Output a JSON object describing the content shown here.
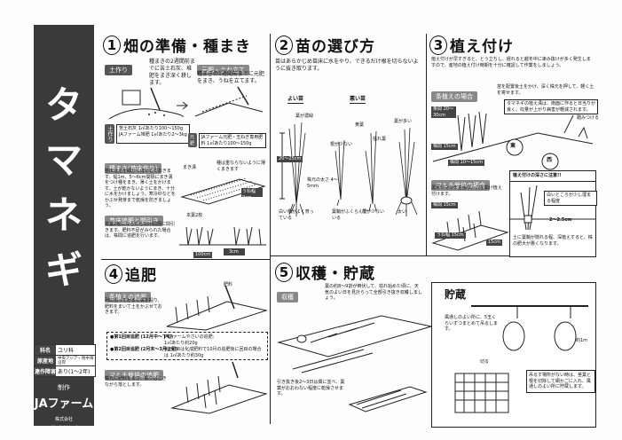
{
  "title_chars": [
    "タ",
    "マ",
    "ネ",
    "ギ"
  ],
  "meta": [
    {
      "key": "科名",
      "value": "ユリ科"
    },
    {
      "key": "原産地",
      "value": "中央アジア・地中海沿岸"
    },
    {
      "key": "連作障害",
      "value": "あり(1～2年)"
    }
  ],
  "creator": {
    "label": "制作",
    "logo": "JAファーム",
    "sub": "(株)農協観光",
    "logo_note": "株式会社"
  },
  "s1": {
    "num": "1",
    "title": "畑の準備・種まき",
    "tag_soil": "土作り",
    "text_soil": "種まきの2週間前までに苦土石灰、堆肥をまき深く耕します。",
    "tag_fert": "元肥・うね立て",
    "text_fert": "種まきの1週間前までに元肥をまき、うねを立てます。",
    "label_tsuchi": "土作り",
    "text_lime": "苦土石灰 1㎡あたり100～150g\nJAファーム堆肥 1㎡あたり2～3kg",
    "label_motohi": "元肥",
    "text_motohi": "JAファーム元肥・玉ねぎ専用肥料 1㎡あたり100～150g",
    "tag_sow": "種まき(苗床作り)",
    "text_sow": "苗床は土を細かくほぐしておきます。幅1m、5～6cm間隔にまき溝をつけ種をまき、薄く土をかけます。土が乾かないようにまき、十分に水をかけましょう。寒冷紗などをかぶせ発芽まで乾燥を防ぎましょう。",
    "label_makimizo": "まき溝",
    "label_dense": "種は重ならないように薄くまきます",
    "label_width": "うね幅 9cm",
    "tag_thin": "苗床追肥と間引き",
    "text_thin": "本葉2枚になったら3cm間隔に間引きます。肥料不足がみられた場合は、株間に追肥を行います。",
    "label_2leaf": "本葉2枚",
    "label_100cm": "100cm",
    "label_3cm": "3cm"
  },
  "s2": {
    "num": "2",
    "title": "苗の選び方",
    "text": "苗はあらかじめ苗床に水をやり、できるだけ根を切らないように抜き取ります。",
    "good": "よい苗",
    "bad": "悪い苗",
    "label_dark_leaf": "葉が濃緑",
    "label_yellow": "黄葉",
    "label_thin_leaf": "葉が多い",
    "label_root_few": "根が少ない",
    "label_wither": "枯れ葉",
    "label_height": "20～25cm",
    "label_stem": "株元の太さ 4～5mm",
    "label_white_root": "白い根がよく育っている",
    "label_swell": "葉鞘がふくらんでいる",
    "label_fewroot": "根が少ない",
    "label_thick": "太い"
  },
  "s3": {
    "num": "3",
    "title": "植え付け",
    "text": "植え付けが早すぎると、とう立ちし、遅れると越冬中に凍み抜けが多く発生しますので、産地の植え付け時期を十分に確認して作業をしましょう。",
    "tag_plant": "条植えの場合",
    "text_plant": "苗を配置後土をかけ、深く株元を押して、軽く土を寄せます。",
    "label_row": "条間 20～30cm",
    "label_plant_note": "タマネギの植え溝は、南面に作ると日当りが良く、収量が上がり病害が軽減されます。",
    "label_fumi": "踏みつける",
    "label_east": "東",
    "label_west": "西",
    "label_15cm": "株間 15cm",
    "label_10cm": "株間 10～15cm",
    "tag_mulch": "マルチ栽培の場合",
    "text_mulch": "黒ポリマルチを張り、穴を開け植え付けます。",
    "label_15a": "株間 15cm",
    "label_15b": "15cm",
    "label_width": "うね幅 15cm",
    "warn_title": "植え付けの深さに注意!!",
    "warn_text1": "白いところが少し埋まる程度",
    "warn_depth": "2～2.5cm",
    "warn_text2": "土に葉鞘が隠れる程、深植えすると、株の肥大が悪くなります。"
  },
  "s4": {
    "num": "4",
    "title": "追肥",
    "tag_row": "条植えの追肥",
    "text_row": "列に沿ってかるく溝を掘り、肥料をまいて土をかぶせておきます。",
    "label_fert": "肥料",
    "fert_items": [
      "●第1回目追肥 (12月中～下旬)",
      "1㎡あたり約20g",
      "●第2回目追肥 (2月末～3月上旬)",
      "第2回目は化成肥料で10月の追肥後に回目の場合は 1㎡あたり約30g"
    ],
    "fert_note": "JAファームやさいの追肥:",
    "tag_mulch": "マルチ栽培の追肥",
    "text_mulch": "株元に肥料をまき、振りはじきながら落とします。"
  },
  "s5": {
    "num": "5",
    "title": "収穫・貯蔵",
    "tag_harvest": "収穫",
    "text_harvest": "葉の約8～9割が倒伏して、枯れ始めた頃に、天気のよい日を見計らって全部引き抜き収穫しましょう。",
    "text_dry": "引き抜き後2～3日は畑に並べ、葉薬がおおわない程度に乾燥させます。",
    "store_title": "貯蔵",
    "store_text1": "風通しのよい所に、5玉くらいずつまとめて吊るします。",
    "store_label": "約1m",
    "store_label2": "切る",
    "store_text2": "吊るす場所がない時は、茎葉と根を切除して網かごに入れ、風通しのよい所に貯蔵します。"
  }
}
